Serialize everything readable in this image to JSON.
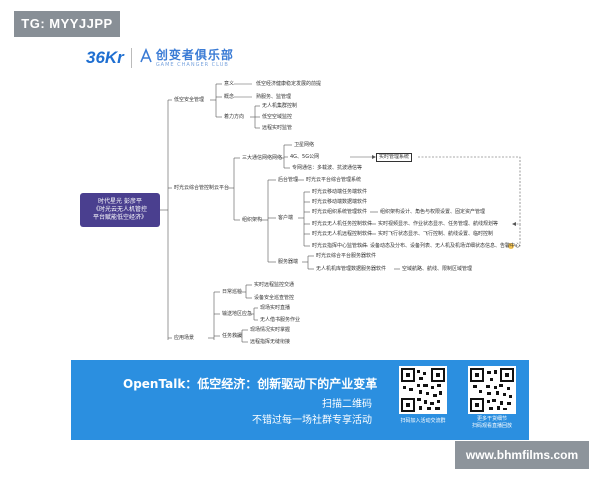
{
  "corner_tag": "TG: MYYJJPP",
  "watermark": "www.bhmfilms.com",
  "logo": {
    "mark": "36Kr",
    "name_cn": "创变者俱乐部",
    "name_en": "GAME CHANGER CLUB"
  },
  "mindmap": {
    "root": [
      "时代星光 彭彦平",
      "《时光云无人机管控",
      "平台赋能低空经济》"
    ],
    "branches": {
      "safety": "低空安全管理",
      "platform": "时光云综合管控制云平台",
      "apps": "应用场景"
    },
    "safety_items": {
      "meaning": "意义",
      "meaning_desc": "低空经济健康稳定发展的前提",
      "concept": "概念",
      "concept_desc": "熟服务、监管理",
      "direction": "着力方向",
      "dir_1": "无人机集群控制",
      "dir_2": "低空空域监控",
      "dir_3": "远程实时监管"
    },
    "platform_items": {
      "network": "三大通信网络网络",
      "net_1": "卫星网络",
      "net_2": "4G、5G公网",
      "net_3": "专网通信：多载波、抗波通信等",
      "realtime": "实时管理系统",
      "backend": "后台管理",
      "backend_desc": "时光云平台综合管理系统",
      "arch": "组织架构",
      "client": "客户端",
      "c1": "时光云移动端任务端软件",
      "c2": "时光云移动端数据端软件",
      "c3": "时光云组织系统管理软件",
      "c3_desc": "组织架构设计、角色与权限设置、固定资产管理",
      "c4": "时光云无人机任务控制软件",
      "c4_desc": "实时视频显示、作业状态显示、任务管理、航线规划等",
      "c5": "时光云无人机远程控制软件",
      "c5_desc": "实时飞行状态显示、飞行控制、航线设置、临时控制",
      "c6": "时光云指挥中心监管软件",
      "c6_desc": "设备动态及分布、设备列表、无人机及机场详细状态信息、告警中心",
      "server": "服务器端",
      "s1": "时光云综合平台服务器软件",
      "s2": "无人机机库管理数据服务器软件",
      "s2_desc": "空域航路、航线、限制区域管理"
    },
    "app_items": {
      "daily": "日常巡检",
      "d1": "实时远程监控交通",
      "d2": "设备安全巡查管控",
      "emergency": "输送地区应急",
      "e1": "现场实时直播",
      "e2": "无人借书服务作业",
      "task": "任务救援",
      "t1": "现场情况实时掌握",
      "t2": "远程指挥无缝衔接"
    }
  },
  "banner": {
    "title": "OpenTalk：低空经济：创新驱动下的产业变革",
    "line1": "扫描二维码",
    "line2": "不错过每一场社群专享活动",
    "qr1_caption": "扫码加入活动交流群",
    "qr2_caption": [
      "更多干货细节",
      "扫码观看直播回放"
    ],
    "color": "#2b8fe0"
  }
}
